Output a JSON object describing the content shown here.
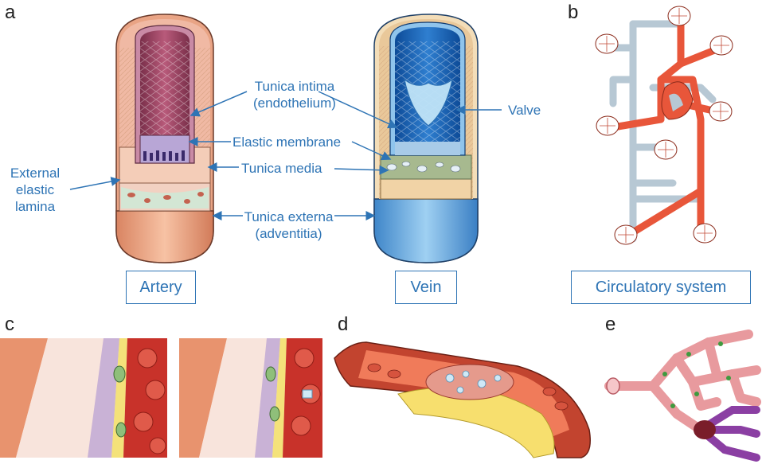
{
  "panels": {
    "a": "a",
    "b": "b",
    "c": "c",
    "d": "d",
    "e": "e"
  },
  "labels": {
    "tunica_intima_line1": "Tunica intima",
    "tunica_intima_line2": "(endothelium)",
    "valve": "Valve",
    "elastic_membrane": "Elastic membrane",
    "tunica_media": "Tunica media",
    "external_elastic_line1": "External",
    "external_elastic_line2": "elastic",
    "external_elastic_line3": "lamina",
    "tunica_externa_line1": "Tunica externa",
    "tunica_externa_line2": "(adventitia)"
  },
  "captions": {
    "artery": "Artery",
    "vein": "Vein",
    "circulatory_system": "Circulatory system"
  },
  "colors": {
    "label_blue": "#2e74b5",
    "artery_outer": "#f0a987",
    "artery_inner": "#a84a68",
    "vein_outer": "#5fa3dc",
    "vein_inner": "#1a5fb0",
    "vessel_red": "#e8563a",
    "vessel_grey": "#b7c8d4"
  }
}
